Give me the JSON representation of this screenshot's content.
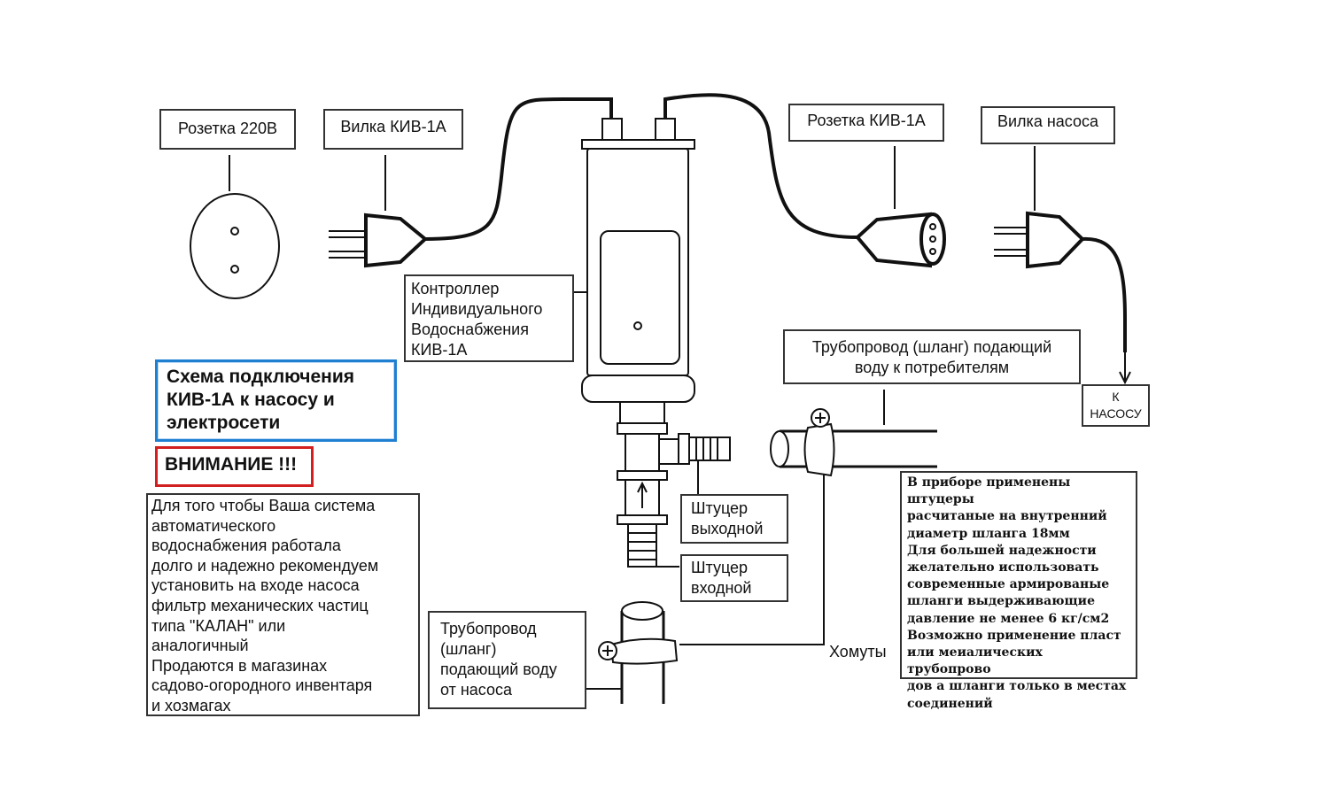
{
  "labels": {
    "socket_220": "Розетка 220В",
    "plug_kiv": "Вилка КИВ-1А",
    "socket_kiv": "Розетка  КИВ-1А",
    "plug_pump": "Вилка насоса",
    "controller": "Контроллер\nИндивидуального\nВодоснабжения\n      КИВ-1А",
    "pipe_out": "Трубопровод (шланг) подающий\nводу к потребителям",
    "to_pump": "К\nНАСОСУ",
    "fitting_out": "Штуцер\nвыходной",
    "fitting_in": "Штуцер\nвходной",
    "pipe_in": "Трубопровод\n(шланг)\nподающий воду\nот насоса",
    "clamps": "Хомуты"
  },
  "title": "Схема подключения\nКИВ-1А к насосу и\nэлектросети",
  "warning": "ВНИМАНИЕ !!!",
  "note_left": "Для того чтобы Ваша система\nавтоматического\nводоснабжения работала\nдолго и надежно рекомендуем\nустановить на входе насоса\nфильтр механических частиц\nтипа  \"КАЛАН\" или\nаналогичный\nПродаются в магазинах\nсадово-огородного инвентаря\nи хозмагах",
  "note_right": "В приборе применены штуцеры\nрасчитаные на внутренний\nдиаметр шланга 18мм\nДля большей надежности\nжелательно использовать\nсовременные армированые\nшланги выдерживающие\nдавление не менее 6 кг/см2\nВозможно применение пласт\nили меиалических трубопрово\nдов а шланги только в местах\nсоединений",
  "colors": {
    "title_border": "#1f7fd1",
    "warning_border": "#d21f1f",
    "line": "#111111"
  }
}
